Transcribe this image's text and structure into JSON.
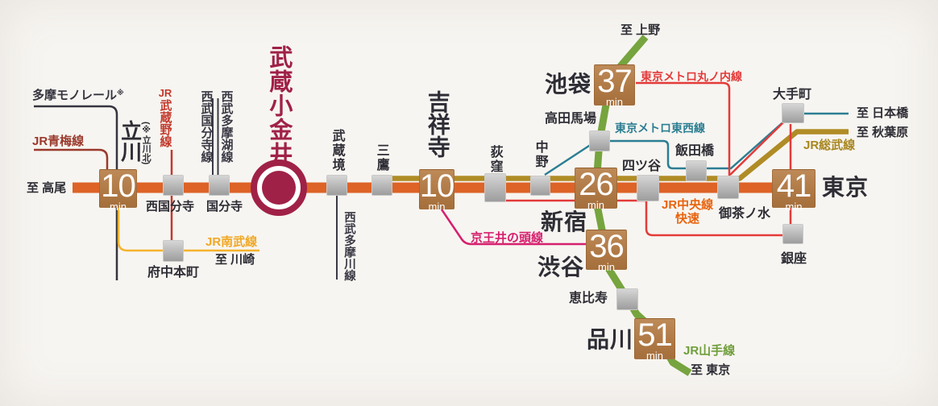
{
  "main_station": {
    "name": "武蔵小金井"
  },
  "badges": {
    "tachikawa": {
      "city": "立川",
      "note": "(※立川北)",
      "min": "10",
      "unit": "min"
    },
    "kichijoji": {
      "city": "吉祥寺",
      "min": "10",
      "unit": "min"
    },
    "shinjuku": {
      "city": "新宿",
      "min": "26",
      "unit": "min"
    },
    "ikebukuro": {
      "city": "池袋",
      "min": "37",
      "unit": "min"
    },
    "shibuya": {
      "city": "渋谷",
      "min": "36",
      "unit": "min"
    },
    "shinagawa": {
      "city": "品川",
      "min": "51",
      "unit": "min"
    },
    "tokyo": {
      "city": "東京",
      "min": "41",
      "unit": "min"
    }
  },
  "stations": {
    "nishikokubunji": "西国分寺",
    "kokubunji": "国分寺",
    "fuchuhommachi": "府中本町",
    "musashisakai": "武蔵境",
    "mitaka": "三鷹",
    "ogikubo": "荻窪",
    "nakano": "中野",
    "takadanobaba": "高田馬場",
    "yotsuya": "四ツ谷",
    "iidabashi": "飯田橋",
    "ochanomizu": "御茶ノ水",
    "otemachi": "大手町",
    "ginza": "銀座",
    "ebisu": "恵比寿"
  },
  "lines": {
    "tama_monorail": "多摩モノレール",
    "tama_monorail_note": "※",
    "ome": "JR青梅線",
    "musashino_prefix": "JR",
    "musashino_name": "武蔵野線",
    "seibu_kokubunji": "西武国分寺線",
    "seibu_tamako": "西武多摩湖線",
    "seibu_tamagawa": "西武多摩川線",
    "nambu": "JR南武線",
    "keio_inokashira": "京王井の頭線",
    "chuo_line1": "JR中央線",
    "chuo_line2": "快速",
    "sobu": "JR総武線",
    "tozai": "東京メトロ東西線",
    "marunouchi": "東京メトロ丸ノ内線",
    "yamanote": "JR山手線"
  },
  "terminals": {
    "takao": "至 高尾",
    "kawasaki": "至 川崎",
    "ueno": "至 上野",
    "nihonbashi": "至 日本橋",
    "akihabara": "至 秋葉原",
    "tokyo": "至 東京"
  },
  "colors": {
    "chuo_orange": "#dd6327",
    "sobu_gold": "#b08c26",
    "yamanote_green": "#76a43e",
    "tozai_teal": "#2b7e93",
    "marunouchi_red": "#e33b3a",
    "keio_pink": "#d61f6e",
    "nambu_yellow": "#f6b32c",
    "monorail_dark": "#35343f",
    "ome_darkred": "#9a392b",
    "musashino_red": "#c23a2d",
    "accent_crimson": "#a02147",
    "badge_brown": "#b07a46"
  }
}
